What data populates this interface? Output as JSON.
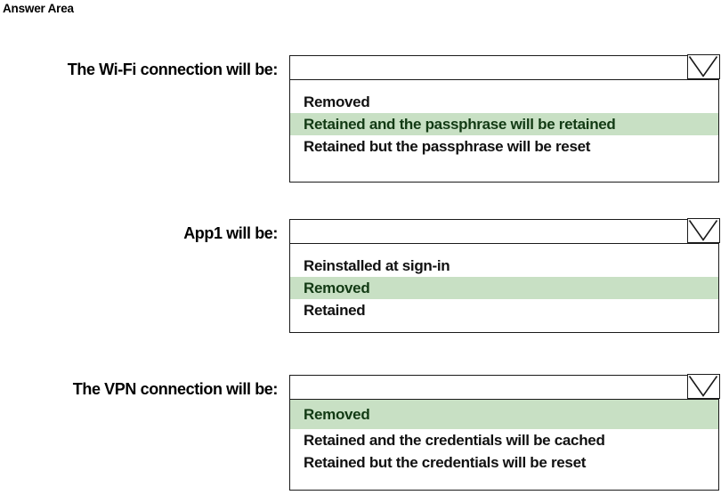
{
  "page": {
    "title": "Answer Area"
  },
  "questions": [
    {
      "label": "The Wi-Fi connection will be:",
      "selected_value": "",
      "arrow_icon": "chevron-down-icon",
      "options": [
        {
          "label": "Removed",
          "selected": false
        },
        {
          "label": "Retained and the passphrase will be retained",
          "selected": true
        },
        {
          "label": "Retained but the passphrase will be reset",
          "selected": false
        }
      ]
    },
    {
      "label": "App1 will be:",
      "selected_value": "",
      "arrow_icon": "chevron-down-icon",
      "options": [
        {
          "label": "Reinstalled at sign-in",
          "selected": false
        },
        {
          "label": "Removed",
          "selected": true
        },
        {
          "label": "Retained",
          "selected": false
        }
      ]
    },
    {
      "label": "The VPN connection will be:",
      "selected_value": "",
      "arrow_icon": "chevron-down-icon",
      "options": [
        {
          "label": "Removed",
          "selected": true
        },
        {
          "label": "Retained and the credentials will be cached",
          "selected": false
        },
        {
          "label": "Retained but the credentials will be reset",
          "selected": false
        }
      ]
    }
  ],
  "colors": {
    "highlight_background": "#c8e0c4",
    "highlight_text": "#123a14",
    "border": "#1a1a1a",
    "text": "#111111",
    "background": "#ffffff"
  }
}
